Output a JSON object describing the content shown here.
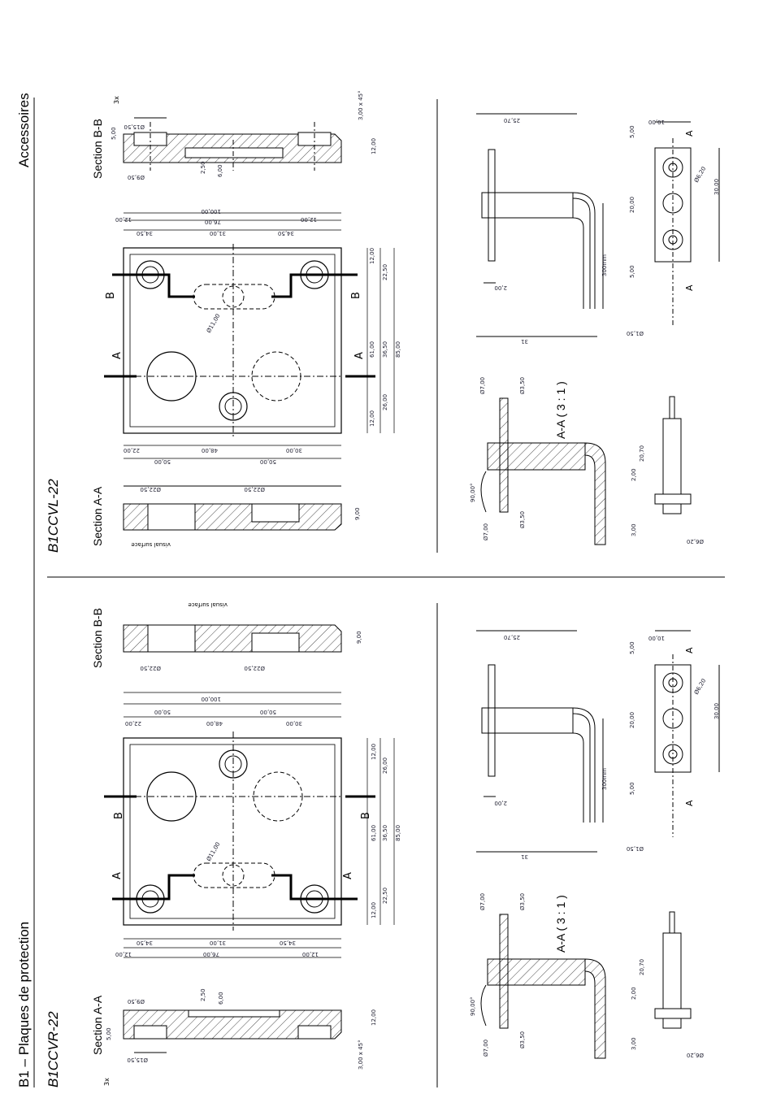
{
  "header": {
    "category": "Accessoires",
    "family": "B1 – Plaques de protection"
  },
  "top_block": {
    "model": "B1CCVL-22",
    "section_bb_label": "Section B-B",
    "section_aa_label": "Section A-A",
    "detail_label": "A-A ( 3 : 1 )",
    "visual_surface": "visual surface",
    "marks": {
      "a": "A",
      "b": "B",
      "count": "3x"
    },
    "dims_section_bb": [
      "Ø15,50",
      "Ø9,50",
      "5,00",
      "3,00 x 45°",
      "12,00",
      "2,50",
      "6,00"
    ],
    "dims_plate": [
      "100,00",
      "12,00",
      "76,00",
      "12,00",
      "34,50",
      "31,00",
      "34,50",
      "Ø11,00",
      "12,00",
      "22,50",
      "61,00",
      "36,50",
      "85,00",
      "26,00",
      "12,00",
      "22,00",
      "48,00",
      "30,00",
      "50,00",
      "50,00"
    ],
    "dims_section_aa": [
      "Ø22,50",
      "Ø22,50",
      "9,00"
    ],
    "dims_pin_side": [
      "25,70",
      "2,00",
      "31",
      "300mm"
    ],
    "dims_pin_top": [
      "10,00",
      "Ø6,20",
      "30,00",
      "5,00",
      "20,00",
      "5,00",
      "Ø1,50"
    ],
    "dims_detail": [
      "Ø7,00",
      "Ø3,50",
      "90,00°",
      "Ø7,00",
      "Ø3,50"
    ],
    "dims_pin_front": [
      "20,70",
      "2,00",
      "3,00",
      "Ø6,20"
    ]
  },
  "bottom_block": {
    "model": "B1CCVR-22",
    "section_bb_label": "Section B-B",
    "section_aa_label": "Section A-A",
    "detail_label": "A-A ( 3 : 1 )",
    "visual_surface": "visual surface",
    "marks": {
      "a": "A",
      "b": "B",
      "count": "3x"
    },
    "dims_section_bb": [
      "Ø22,50",
      "Ø22,50",
      "9,00"
    ],
    "dims_plate": [
      "100,00",
      "50,00",
      "50,00",
      "22,00",
      "48,00",
      "30,00",
      "12,00",
      "26,00",
      "Ø11,00",
      "61,00",
      "36,50",
      "85,00",
      "12,00",
      "22,50",
      "34,50",
      "31,00",
      "34,50",
      "12,00",
      "76,00",
      "12,00"
    ],
    "dims_section_aa": [
      "Ø9,50",
      "2,50",
      "6,00",
      "5,00",
      "12,00",
      "Ø15,50",
      "3,00 x 45°"
    ],
    "dims_pin_side": [
      "25,70",
      "2,00",
      "31",
      "300mm"
    ],
    "dims_pin_top": [
      "10,00",
      "Ø6,20",
      "30,00",
      "5,00",
      "20,00",
      "5,00",
      "Ø1,50"
    ],
    "dims_detail": [
      "Ø7,00",
      "Ø3,50",
      "90,00°",
      "Ø7,00",
      "Ø3,50"
    ],
    "dims_pin_front": [
      "20,70",
      "2,00",
      "3,00",
      "Ø6,20"
    ]
  }
}
